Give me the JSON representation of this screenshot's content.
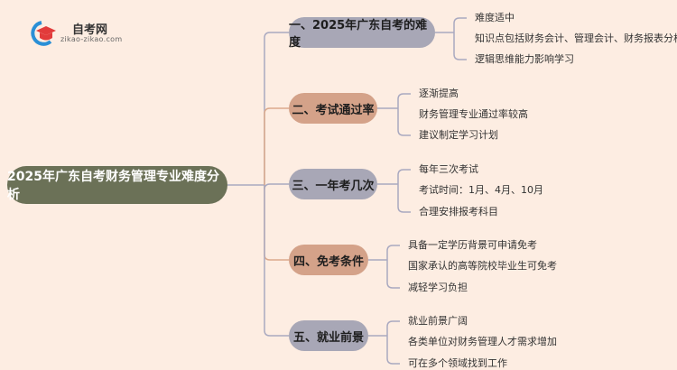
{
  "logo": {
    "title": "自考网",
    "url": "zikao-zikao.com"
  },
  "root": {
    "label": "2025年广东自考财务管理专业难度分析"
  },
  "colors": {
    "background": "#fdede2",
    "root": "#6b7157",
    "gray": "#a8a7b6",
    "tan": "#d4a289",
    "line_gray": "#a9a9c0",
    "line_tan": "#dba98c"
  },
  "branches": [
    {
      "label": "一、2025年广东自考的难度",
      "tone": "gray",
      "leaves": [
        "难度适中",
        "知识点包括财务会计、管理会计、财务报表分析",
        "逻辑思维能力影响学习"
      ]
    },
    {
      "label": "二、考试通过率",
      "tone": "tan",
      "leaves": [
        "逐渐提高",
        "财务管理专业通过率较高",
        "建议制定学习计划"
      ]
    },
    {
      "label": "三、一年考几次",
      "tone": "gray",
      "leaves": [
        "每年三次考试",
        "考试时间：1月、4月、10月",
        "合理安排报考科目"
      ]
    },
    {
      "label": "四、免考条件",
      "tone": "tan",
      "leaves": [
        "具备一定学历背景可申请免考",
        "国家承认的高等院校毕业生可免考",
        "减轻学习负担"
      ]
    },
    {
      "label": "五、就业前景",
      "tone": "gray",
      "leaves": [
        "就业前景广阔",
        "各类单位对财务管理人才需求增加",
        "可在多个领域找到工作"
      ]
    }
  ]
}
